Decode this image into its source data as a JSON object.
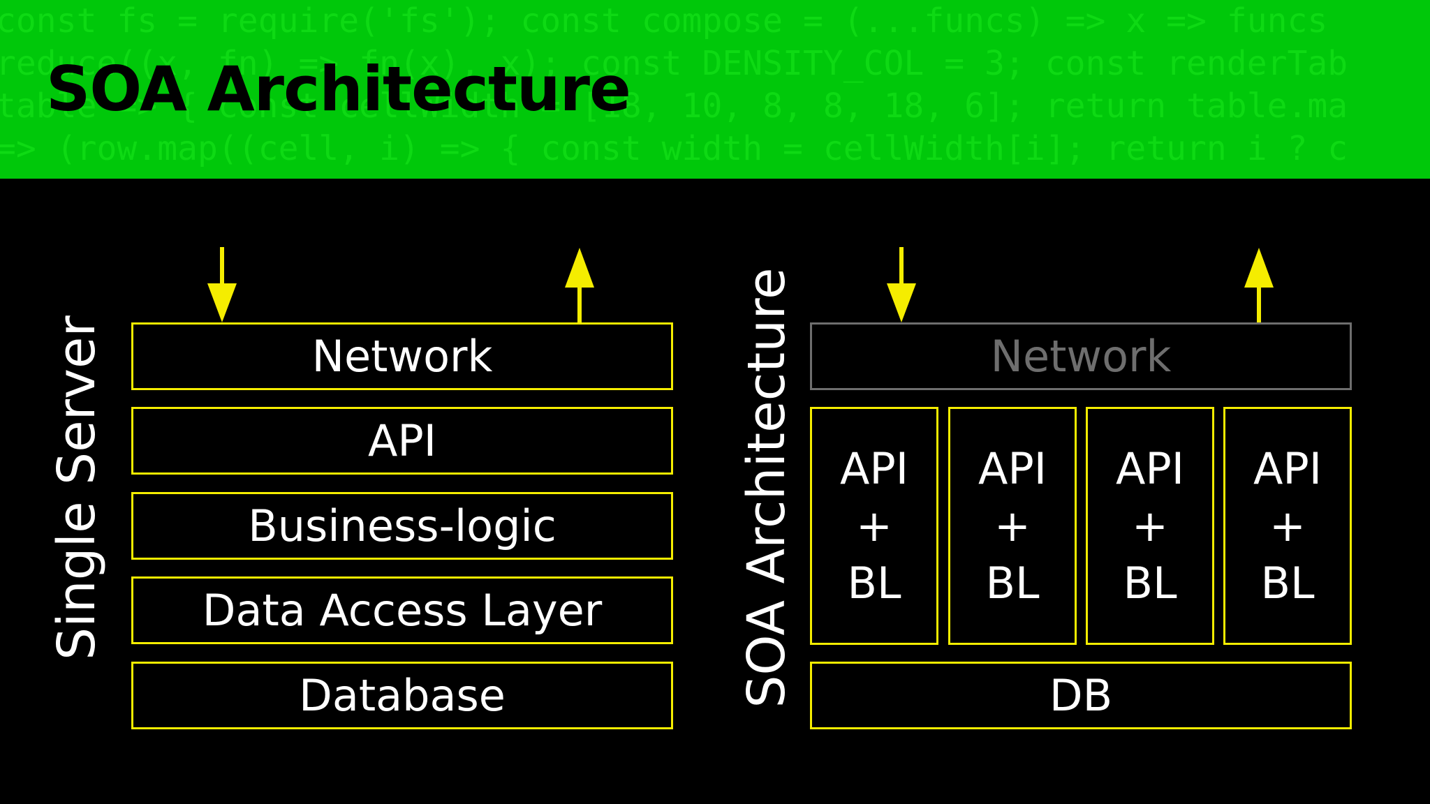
{
  "header": {
    "title": "SOA Architecture",
    "code_lines": [
      "const fs = require('fs'); const compose = (...funcs) => x => funcs",
      "reduce((x, fn) => fn(x), x); const DENSITY_COL = 3; const renderTab",
      "table => { const cellWidth = [18, 10, 8, 8, 18, 6]; return table.ma",
      "=> (row.map((cell, i) => { const width = cellWidth[i]; return i ? c"
    ]
  },
  "single_server": {
    "label": "Single Server",
    "layers": [
      "Network",
      "API",
      "Business-logic",
      "Data Access Layer",
      "Database"
    ]
  },
  "soa": {
    "label": "SOA Architecture",
    "network": "Network",
    "services": [
      {
        "l1": "API",
        "l2": "+",
        "l3": "BL"
      },
      {
        "l1": "API",
        "l2": "+",
        "l3": "BL"
      },
      {
        "l1": "API",
        "l2": "+",
        "l3": "BL"
      },
      {
        "l1": "API",
        "l2": "+",
        "l3": "BL"
      }
    ],
    "db": "DB"
  },
  "colors": {
    "header_bg": "#00c80a",
    "accent": "#f5ed00",
    "inactive": "#6e6e6e",
    "background": "#000000"
  }
}
